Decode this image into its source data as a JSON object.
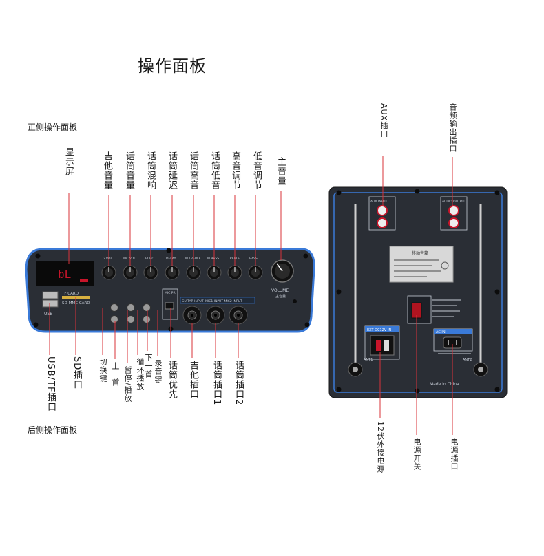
{
  "title": "操作面板",
  "front_panel": {
    "heading": "正侧操作面板",
    "top_labels": [
      "显示屏",
      "吉他音量",
      "话筒音量",
      "话筒混响",
      "话筒延迟",
      "话筒高音",
      "话筒低音",
      "高音调节",
      "低音调节",
      "主音量"
    ],
    "bottom_labels": [
      "USB/TF插口",
      "SD插口",
      "切换键",
      "上一首",
      "暂停/播放",
      "循环播放",
      "下一首",
      "录音键",
      "话筒优先",
      "吉他插口",
      "话筒插口1",
      "话筒插口2"
    ],
    "panel_text": {
      "tf_card": "TF CARD",
      "sd_card": "SD-MMC CARD",
      "usb": "USB",
      "volume": "VOLUME",
      "volume_cn": "主音量",
      "mic_pri": "MIC PRI",
      "guitar_in": "GUITAR INPUT",
      "mic_in": "MIC1 INPUT   MIC2 INPUT",
      "knob_labels": [
        "G.VOL",
        "MIC.VOL",
        "ECHO",
        "DELAY",
        "M.TREBLE",
        "M.BASS",
        "TREBLE",
        "BASS"
      ],
      "display": "bL"
    }
  },
  "rear_panel": {
    "heading": "后侧操作面板",
    "top_labels": [
      "AUX插口",
      "音频输出插口"
    ],
    "bottom_labels": [
      "12伏外接电源",
      "电源开关",
      "电源插口"
    ],
    "panel_text": {
      "aux_in": "AUX INPUT",
      "audio_out": "AUDIO OUTPUT",
      "nameplate": "移动音箱",
      "ext_dc": "EXT DC12V IN",
      "ac_in": "AC IN",
      "made_in": "Made in China",
      "ant1": "ANT1",
      "ant2": "ANT2"
    }
  },
  "colors": {
    "panel": "#2a2e35",
    "panel_rim": "#3a7ad8",
    "leader": "#d8333a",
    "display": "#c8152a"
  }
}
